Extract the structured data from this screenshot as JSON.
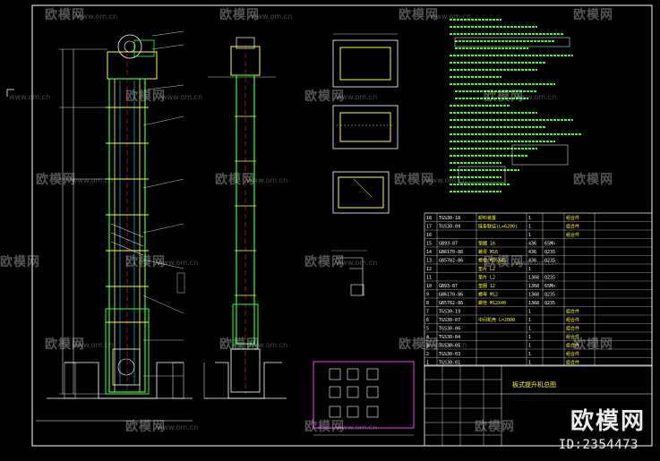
{
  "watermarks": {
    "brand_text": "欧模网",
    "url_text": "www.om.cn",
    "id_text": "ID:2354473"
  },
  "parts_table": {
    "rows": [
      {
        "no": "18",
        "code": "TGS30-18",
        "name": "卸料装置",
        "qty": "1",
        "mat": "",
        "note": "组合件"
      },
      {
        "no": "17",
        "code": "TGS30-09",
        "name": "链条联结(L=6200)",
        "qty": "1",
        "mat": "",
        "note": "组合件"
      },
      {
        "no": "16",
        "code": "",
        "name": "",
        "qty": "1",
        "mat": "",
        "note": "组合件"
      },
      {
        "no": "15",
        "code": "GB93-87",
        "name": "垫圈 16",
        "qty": "436",
        "mat": "65Mn",
        "note": ""
      },
      {
        "no": "14",
        "code": "GB6170-86",
        "name": "螺母 M16",
        "qty": "436",
        "mat": "Q235",
        "note": ""
      },
      {
        "no": "13",
        "code": "GB5782-86",
        "name": "螺栓 M16X45",
        "qty": "436",
        "mat": "Q235",
        "note": ""
      },
      {
        "no": "12",
        "code": "",
        "name": "垫片 L2",
        "qty": "1",
        "mat": "",
        "note": ""
      },
      {
        "no": "11",
        "code": "",
        "name": "垫片 L2",
        "qty": "1368",
        "mat": "Q235",
        "note": ""
      },
      {
        "no": "10",
        "code": "GB93-87",
        "name": "垫圈 12",
        "qty": "1368",
        "mat": "65Mn",
        "note": ""
      },
      {
        "no": "9",
        "code": "GB6170-86",
        "name": "螺母 M12",
        "qty": "1368",
        "mat": "Q235",
        "note": ""
      },
      {
        "no": "8",
        "code": "GB5782-86",
        "name": "螺栓 M12X40",
        "qty": "1368",
        "mat": "Q235",
        "note": ""
      },
      {
        "no": "7",
        "code": "TGS30-19",
        "name": "",
        "qty": "1",
        "mat": "",
        "note": "组合件"
      },
      {
        "no": "6",
        "code": "TGS30-07",
        "name": "中间机壳 L=2000",
        "qty": "1",
        "mat": "",
        "note": "组合件"
      },
      {
        "no": "5",
        "code": "TGS30-06",
        "name": "",
        "qty": "1",
        "mat": "",
        "note": "组合件"
      },
      {
        "no": "4",
        "code": "TGS30-04",
        "name": "",
        "qty": "1",
        "mat": "",
        "note": "组合件"
      },
      {
        "no": "3",
        "code": "TGS30-05",
        "name": "",
        "qty": "1",
        "mat": "",
        "note": "组合件"
      },
      {
        "no": "2",
        "code": "TGS30-03",
        "name": "",
        "qty": "1",
        "mat": "",
        "note": "组合件"
      },
      {
        "no": "1",
        "code": "TGS30-01",
        "name": "",
        "qty": "1",
        "mat": "",
        "note": "组合件"
      }
    ]
  },
  "title_block": {
    "title": "板式提升机总图"
  },
  "colors": {
    "frame": "#ffffff",
    "green": "#33ff33",
    "yellow": "#ffff33",
    "magenta": "#ff33ff",
    "cyan": "#33ffff",
    "red": "#ff3333"
  }
}
